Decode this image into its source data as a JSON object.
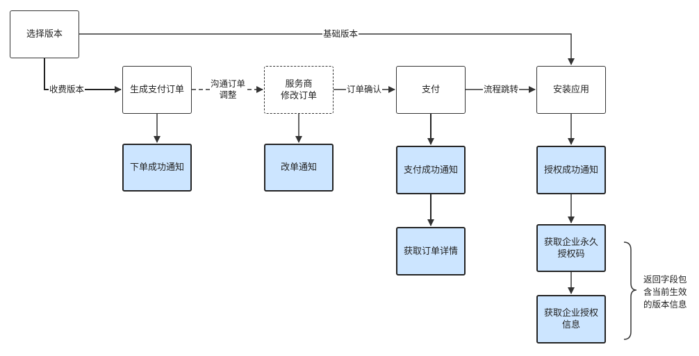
{
  "nodes": {
    "select_version": "选择版本",
    "create_order": "生成支付订单",
    "provider_modify": "服务商\n修改订单",
    "pay": "支付",
    "install": "安装应用",
    "order_success_notice": "下单成功通知",
    "order_changed_notice": "改单通知",
    "pay_success_notice": "支付成功通知",
    "get_order_detail": "获取订单详情",
    "auth_success_notice": "授权成功通知",
    "get_perm_code": "获取企业永久\n授权码",
    "get_auth_info": "获取企业授权\n信息"
  },
  "edges": {
    "basic_version": "基础版本",
    "paid_version": "收费版本",
    "negotiate": "沟通订单\n调整",
    "order_confirm": "订单确认",
    "flow_jump": "流程跳转"
  },
  "note": "返回字段包\n含当前生效\n的版本信息",
  "colors": {
    "node_fill": "#ffffff",
    "notice_fill": "#cce5ff",
    "stroke": "#333333"
  }
}
